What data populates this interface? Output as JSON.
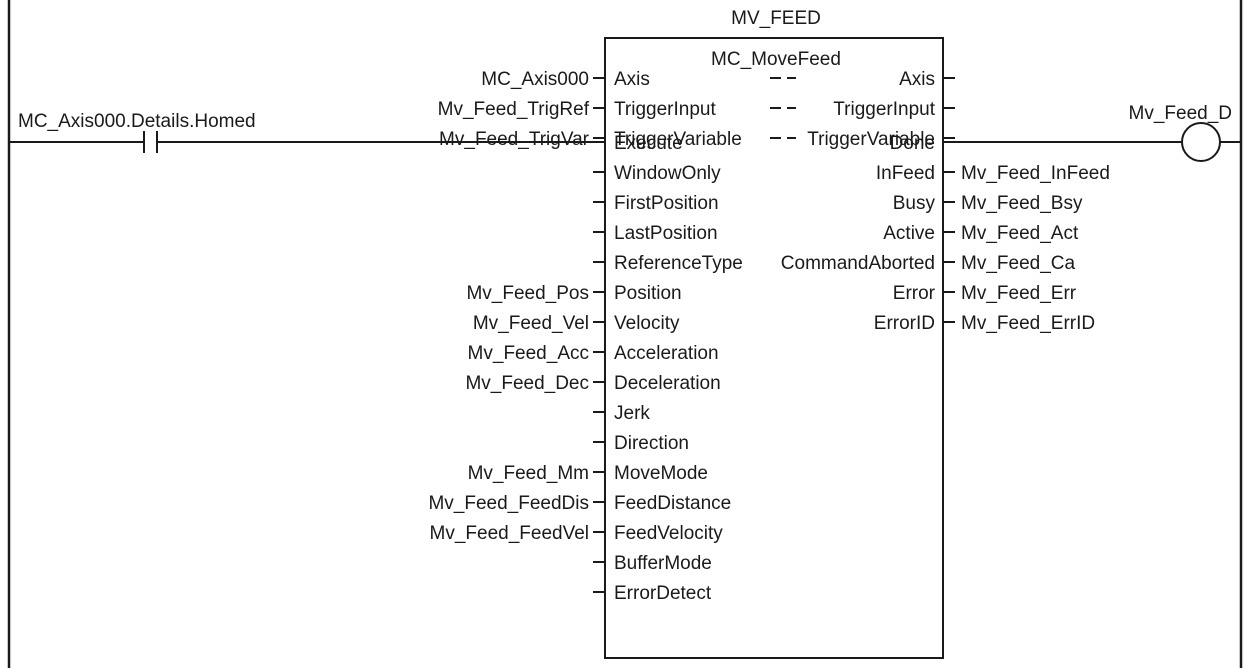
{
  "instance_name": "MV_FEED",
  "function_block": {
    "type_name": "MC_MoveFeed",
    "in_out": [
      {
        "in_var": "MC_Axis000",
        "pin": "Axis",
        "out_pin": "Axis"
      },
      {
        "in_var": "Mv_Feed_TrigRef",
        "pin": "TriggerInput",
        "out_pin": "TriggerInput"
      },
      {
        "in_var": "Mv_Feed_TrigVar",
        "pin": "TriggerVariable",
        "out_pin": "TriggerVariable"
      }
    ],
    "inputs": [
      {
        "pin": "Execute",
        "var": ""
      },
      {
        "pin": "WindowOnly",
        "var": ""
      },
      {
        "pin": "FirstPosition",
        "var": ""
      },
      {
        "pin": "LastPosition",
        "var": ""
      },
      {
        "pin": "ReferenceType",
        "var": ""
      },
      {
        "pin": "Position",
        "var": "Mv_Feed_Pos"
      },
      {
        "pin": "Velocity",
        "var": "Mv_Feed_Vel"
      },
      {
        "pin": "Acceleration",
        "var": "Mv_Feed_Acc"
      },
      {
        "pin": "Deceleration",
        "var": "Mv_Feed_Dec"
      },
      {
        "pin": "Jerk",
        "var": ""
      },
      {
        "pin": "Direction",
        "var": ""
      },
      {
        "pin": "MoveMode",
        "var": "Mv_Feed_Mm"
      },
      {
        "pin": "FeedDistance",
        "var": "Mv_Feed_FeedDis"
      },
      {
        "pin": "FeedVelocity",
        "var": "Mv_Feed_FeedVel"
      },
      {
        "pin": "BufferMode",
        "var": ""
      },
      {
        "pin": "ErrorDetect",
        "var": ""
      }
    ],
    "outputs": [
      {
        "pin": "Done",
        "var": ""
      },
      {
        "pin": "InFeed",
        "var": "Mv_Feed_InFeed"
      },
      {
        "pin": "Busy",
        "var": "Mv_Feed_Bsy"
      },
      {
        "pin": "Active",
        "var": "Mv_Feed_Act"
      },
      {
        "pin": "CommandAborted",
        "var": "Mv_Feed_Ca"
      },
      {
        "pin": "Error",
        "var": "Mv_Feed_Err"
      },
      {
        "pin": "ErrorID",
        "var": "Mv_Feed_ErrID"
      }
    ]
  },
  "contact": {
    "label": "MC_Axis000.Details.Homed",
    "type": "NO"
  },
  "coil": {
    "label": "Mv_Feed_D"
  }
}
